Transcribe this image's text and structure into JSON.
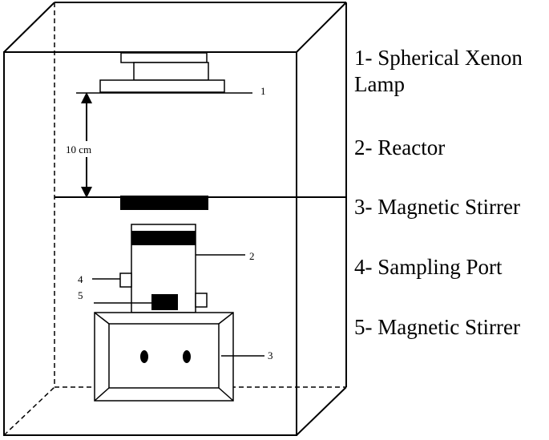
{
  "callouts": {
    "lamp": "1",
    "reactor": "2",
    "stirrer": "3",
    "port": "4",
    "stir_bar": "5"
  },
  "distance_label": "10 cm",
  "legend": [
    {
      "text": "1- Spherical Xenon Lamp"
    },
    {
      "text": "2- Reactor"
    },
    {
      "text": "3- Magnetic Stirrer"
    },
    {
      "text": "4- Sampling Port"
    },
    {
      "text": "5- Magnetic Stirrer"
    }
  ]
}
